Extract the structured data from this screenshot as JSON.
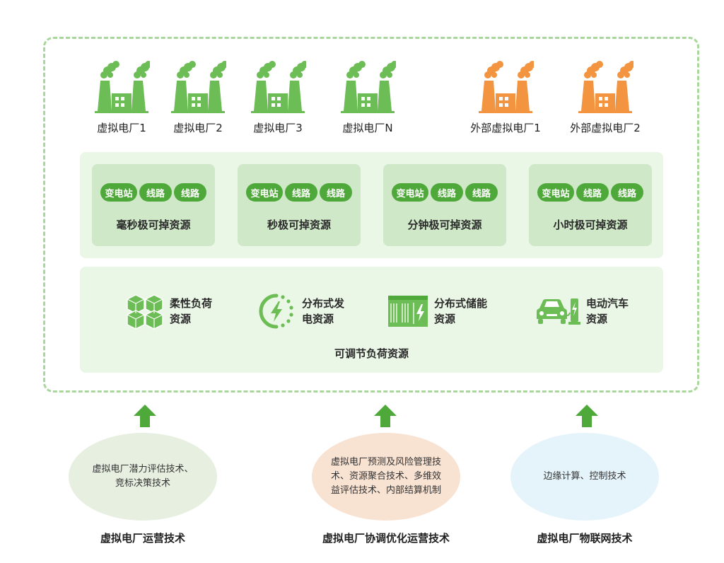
{
  "colors": {
    "green": "#4fa83a",
    "plant_green": "#6cbd55",
    "plant_orange": "#f39440",
    "band": "#eaf6e6",
    "card": "#cfe8c8",
    "dash": "#a9d69a"
  },
  "plants": [
    {
      "label": "虚拟电厂1",
      "type": "internal"
    },
    {
      "label": "虚拟电厂2",
      "type": "internal"
    },
    {
      "label": "虚拟电厂3",
      "type": "internal"
    },
    {
      "label": "虚拟电厂N",
      "type": "internal"
    },
    {
      "label": "外部虚拟电厂1",
      "type": "external"
    },
    {
      "label": "外部虚拟电厂2",
      "type": "external"
    }
  ],
  "resources": [
    {
      "tags": [
        "变电站",
        "线路",
        "线路"
      ],
      "title": "毫秒极可掉资源"
    },
    {
      "tags": [
        "变电站",
        "线路",
        "线路"
      ],
      "title": "秒极可掉资源"
    },
    {
      "tags": [
        "变电站",
        "线路",
        "线路"
      ],
      "title": "分钟极可掉资源"
    },
    {
      "tags": [
        "变电站",
        "线路",
        "线路"
      ],
      "title": "小时极可掉资源"
    }
  ],
  "adjustable": {
    "items": [
      {
        "line1": "柔性负荷",
        "line2": "资源",
        "icon": "cubes-icon"
      },
      {
        "line1": "分布式发",
        "line2": "电资源",
        "icon": "lightning-circle-icon"
      },
      {
        "line1": "分布式储能",
        "line2": "资源",
        "icon": "battery-container-icon"
      },
      {
        "line1": "电动汽车",
        "line2": "资源",
        "icon": "ev-charging-icon"
      }
    ],
    "title": "可调节负荷资源"
  },
  "technologies": [
    {
      "text": "虚拟电厂潜力评估技术、竞标决策技术",
      "label": "虚拟电厂运营技术"
    },
    {
      "text": "虚拟电厂预测及风险管理技术、资源聚合技术、多维效益评估技术、内部结算机制",
      "label": "虚拟电厂协调优化运营技术"
    },
    {
      "text": "边缘计算、控制技术",
      "label": "虚拟电厂物联网技术"
    }
  ]
}
